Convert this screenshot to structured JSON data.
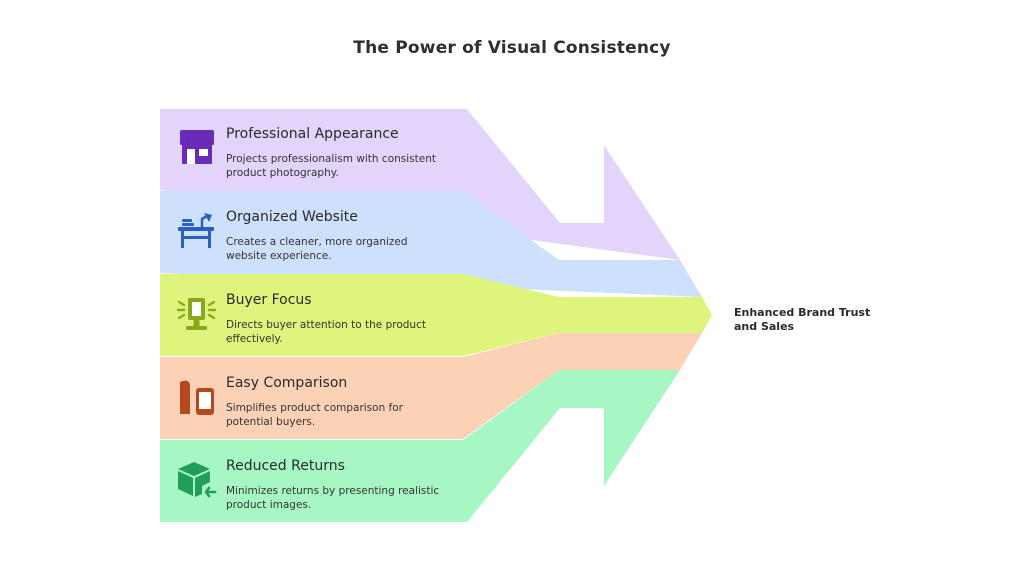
{
  "title": "The Power of Visual Consistency",
  "outcome": "Enhanced Brand Trust and Sales",
  "items": [
    {
      "title": "Professional Appearance",
      "desc_lines": [
        "Projects professionalism with consistent",
        "product photography."
      ],
      "icon": "storefront-icon",
      "color": "#e3d4fb",
      "icon_color": "#6a2bb8"
    },
    {
      "title": "Organized Website",
      "desc_lines": [
        "Creates a cleaner, more organized",
        "website experience."
      ],
      "icon": "desk-lamp-icon",
      "color": "#cde0fc",
      "icon_color": "#2b5fbf"
    },
    {
      "title": "Buyer Focus",
      "desc_lines": [
        "Directs buyer attention to the product",
        "effectively."
      ],
      "icon": "spotlight-display-icon",
      "color": "#dff47c",
      "icon_color": "#8aa81a"
    },
    {
      "title": "Easy Comparison",
      "desc_lines": [
        "Simplifies product comparison for",
        "potential buyers."
      ],
      "icon": "compare-devices-icon",
      "color": "#fcd2b6",
      "icon_color": "#b5481c"
    },
    {
      "title": "Reduced Returns",
      "desc_lines": [
        "Minimizes returns by presenting realistic",
        "product images."
      ],
      "icon": "return-box-icon",
      "color": "#a7f7c4",
      "icon_color": "#1f9f57"
    }
  ]
}
